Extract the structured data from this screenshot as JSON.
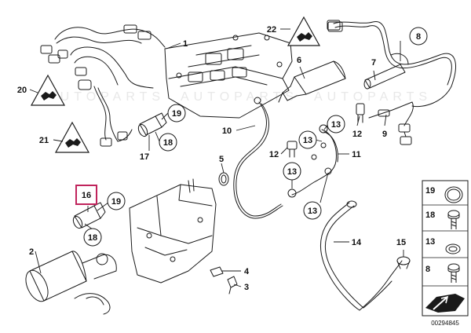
{
  "callouts": {
    "c1": "1",
    "c2": "2",
    "c3": "3",
    "c4": "4",
    "c5": "5",
    "c6": "6",
    "c7": "7",
    "c8": "8",
    "c9": "9",
    "c10": "10",
    "c11": "11",
    "c12a": "12",
    "c12b": "12",
    "c13a": "13",
    "c13b": "13",
    "c13c": "13",
    "c13d": "13",
    "c14": "14",
    "c15": "15",
    "c16": "16",
    "c17": "17",
    "c18a": "18",
    "c18b": "18",
    "c19a": "19",
    "c19b": "19",
    "c20": "20",
    "c21": "21",
    "c22": "22"
  },
  "legend": {
    "l19": "19",
    "l18": "18",
    "l13": "13",
    "l8": "8"
  },
  "reference": "00294845",
  "watermark": "AUTOPARTS",
  "colors": {
    "line": "#1a1a1a",
    "highlight": "#c0245c",
    "watermark": "#e8e8e8"
  }
}
